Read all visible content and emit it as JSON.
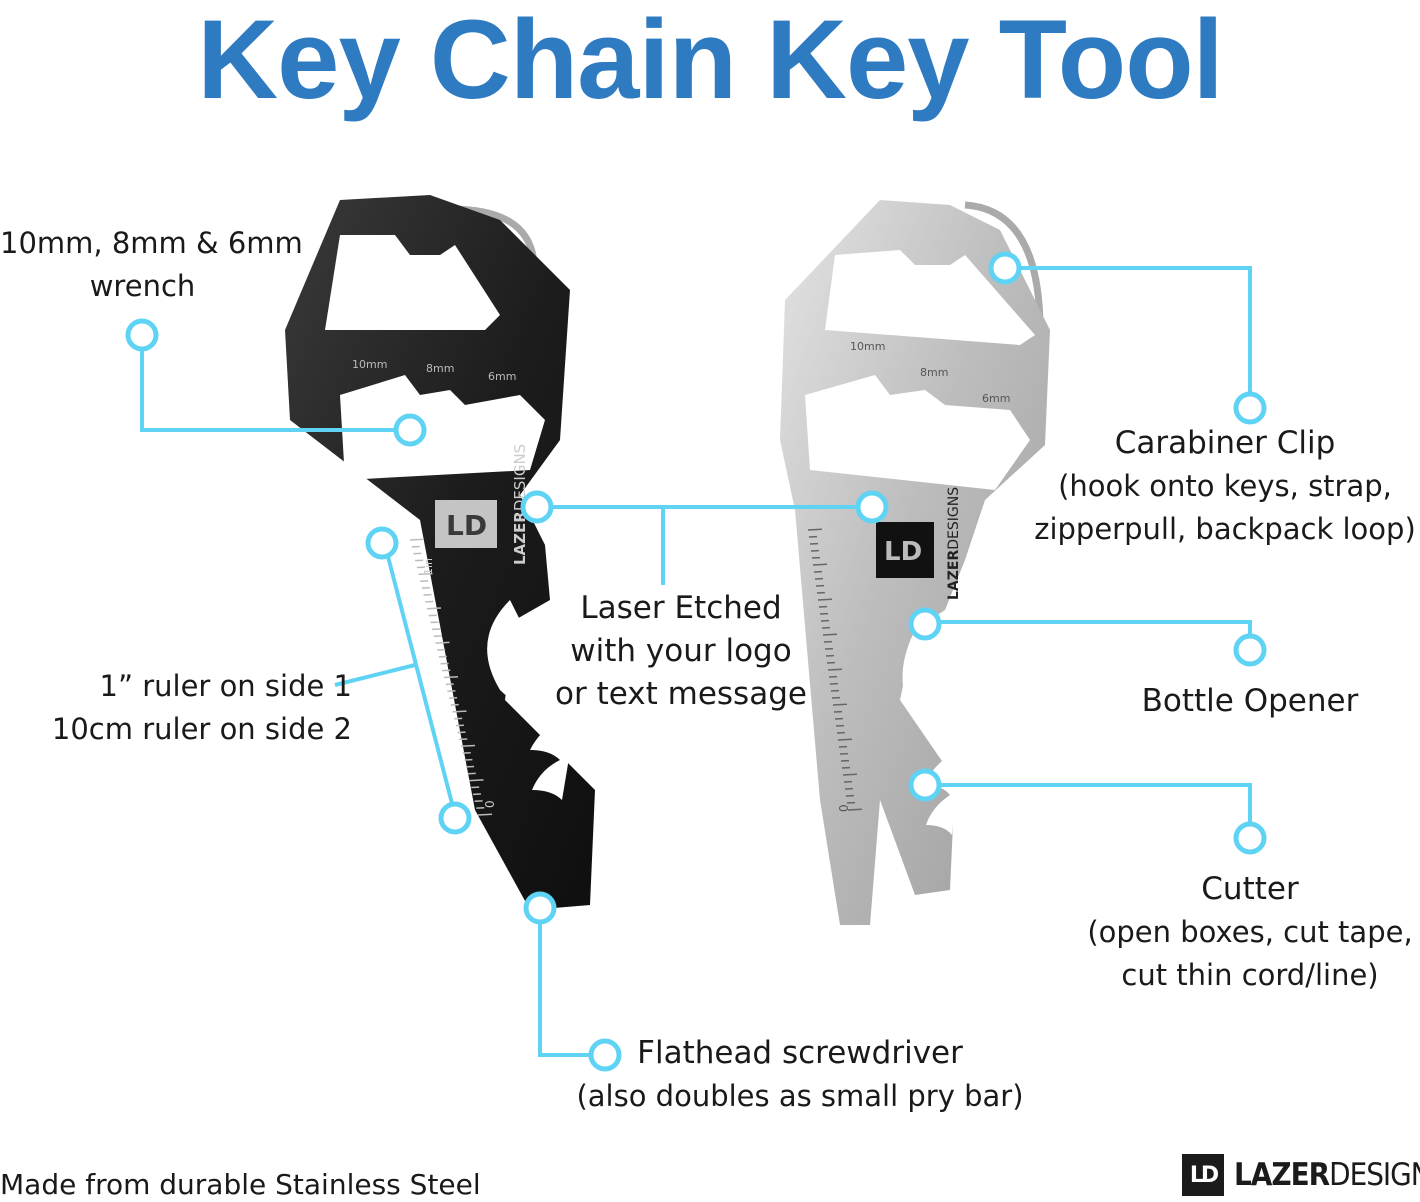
{
  "title": "Key Chain Key Tool",
  "labels": {
    "wrench": [
      "10mm, 8mm & 6mm",
      "wrench"
    ],
    "ruler": [
      "1” ruler on side 1",
      "10cm ruler on side 2"
    ],
    "laser": [
      "Laser Etched",
      "with your logo",
      "or text message"
    ],
    "carabiner": {
      "heading": "Carabiner Clip",
      "lines": [
        "(hook onto keys, strap,",
        "zipperpull, backpack loop)"
      ]
    },
    "bottle": "Bottle Opener",
    "cutter": {
      "heading": "Cutter",
      "lines": [
        "(open boxes, cut tape,",
        "cut thin cord/line)"
      ]
    },
    "screwdriver": {
      "heading": "Flathead screwdriver",
      "line": "(also doubles as small pry bar)"
    }
  },
  "tool_markings": {
    "sizes": [
      "10mm",
      "8mm",
      "6mm"
    ],
    "ruler_inch": "1in",
    "ruler_zero": "0",
    "logo_mark": "LD",
    "logo_word_bold": "LAZER",
    "logo_word_light": "DESIGNS"
  },
  "footer": "Made from durable Stainless Steel",
  "brand": {
    "mark": "LD",
    "bold": "LAZER",
    "light": "DESIGNS"
  },
  "colors": {
    "title": "#2f7bc1",
    "callout": "#5fd3f3",
    "black_tool": "#1c1c1c",
    "steel_tool": "#c9c9c9"
  }
}
